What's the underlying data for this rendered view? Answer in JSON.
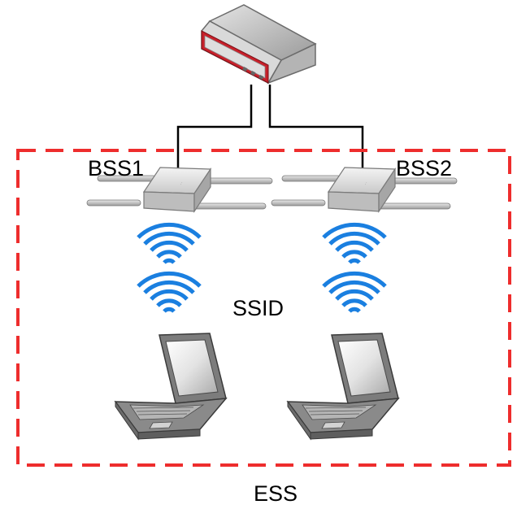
{
  "labels": {
    "bss1": "BSS1",
    "bss2": "BSS2",
    "ssid": "SSID",
    "ess": "ESS"
  },
  "colors": {
    "ess_border": "#ee2d2d",
    "signal": "#1a7fe0",
    "cable": "#000000",
    "router_accent": "#c8202a"
  },
  "icons": {
    "router": "router-icon",
    "access_point": "access-point-icon",
    "signal": "wifi-signal-icon",
    "laptop": "laptop-icon"
  }
}
